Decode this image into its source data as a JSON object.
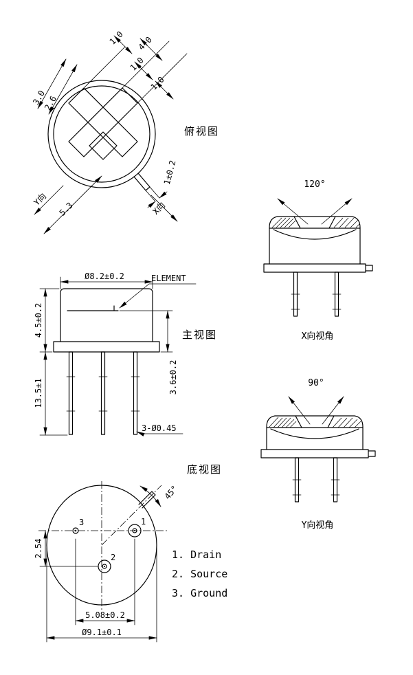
{
  "page": {
    "background": "#ffffff",
    "line_color": "#000000"
  },
  "views": {
    "top_view": {
      "title": "俯视图"
    },
    "front_view": {
      "title": "主视图"
    },
    "bottom_view": {
      "title": "底视图"
    },
    "x_view": {
      "title": "X向视角",
      "angle": "120°"
    },
    "y_view": {
      "title": "Y向视角",
      "angle": "90°"
    }
  },
  "top_dims": {
    "w1": "1.0",
    "w2": "4.0",
    "w3": "1.0",
    "w4": "1.0",
    "h1": "3.0",
    "h2": "2.6",
    "tab_width": "1±0.2",
    "diagonal": "5.3",
    "axis_y": "Y向",
    "axis_x": "X向"
  },
  "front_dims": {
    "cap_diameter": "Ø8.2±0.2",
    "element_label": "ELEMENT",
    "cap_height": "4.5±0.2",
    "lead_length": "13.5±1",
    "element_height": "3.6±0.2",
    "lead_diameter": "3-Ø0.45"
  },
  "bottom_dims": {
    "pin_row_offset": "2.54",
    "pin_spacing": "5.08±0.2",
    "flange_diameter": "Ø9.1±0.1",
    "tab_angle": "45°",
    "pin1": "1",
    "pin2": "2",
    "pin3": "3"
  },
  "legend": {
    "items": [
      "1. Drain",
      "2. Source",
      "3. Ground"
    ]
  }
}
